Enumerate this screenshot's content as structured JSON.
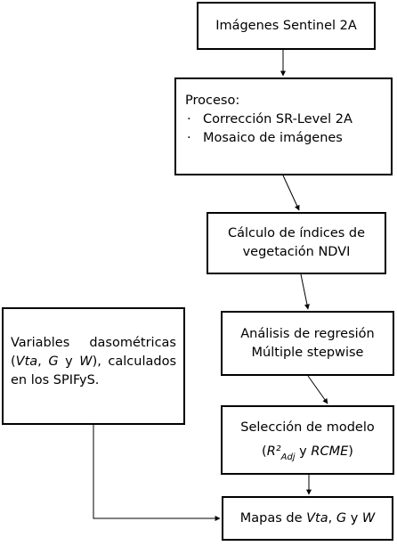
{
  "nodes": {
    "sentinel": {
      "label": "Imágenes Sentinel 2A"
    },
    "proceso": {
      "title": "Proceso:",
      "bullet_symbol": "·",
      "items": [
        "Corrección SR-Level 2A",
        "Mosaico de imágenes"
      ]
    },
    "ndvi": {
      "line1": "Cálculo de índices de",
      "line2": "vegetación NDVI"
    },
    "regresion": {
      "line1": "Análisis de regresión",
      "line2": "Múltiple stepwise"
    },
    "seleccion": {
      "line1": "Selección de modelo",
      "open": "(",
      "r2": "R²",
      "adj": "Adj",
      "y": " y ",
      "rcme": "RCME",
      "close": ")"
    },
    "variables": {
      "p1": "Variables dasométricas (",
      "vta": "Vta",
      "p2": ", ",
      "g": "G",
      "p3": " y ",
      "w": "W",
      "p4": "), calculados en los SPIFyS."
    },
    "mapas": {
      "prefix": "Mapas de ",
      "vta": "Vta",
      "sep": ", ",
      "g": "G",
      "y": " y ",
      "w": "W"
    }
  },
  "edges": [
    {
      "from": "sentinel",
      "to": "proceso"
    },
    {
      "from": "proceso",
      "to": "ndvi"
    },
    {
      "from": "ndvi",
      "to": "regresion"
    },
    {
      "from": "regresion",
      "to": "seleccion"
    },
    {
      "from": "seleccion",
      "to": "mapas"
    },
    {
      "from": "variables",
      "to": "mapas"
    }
  ]
}
